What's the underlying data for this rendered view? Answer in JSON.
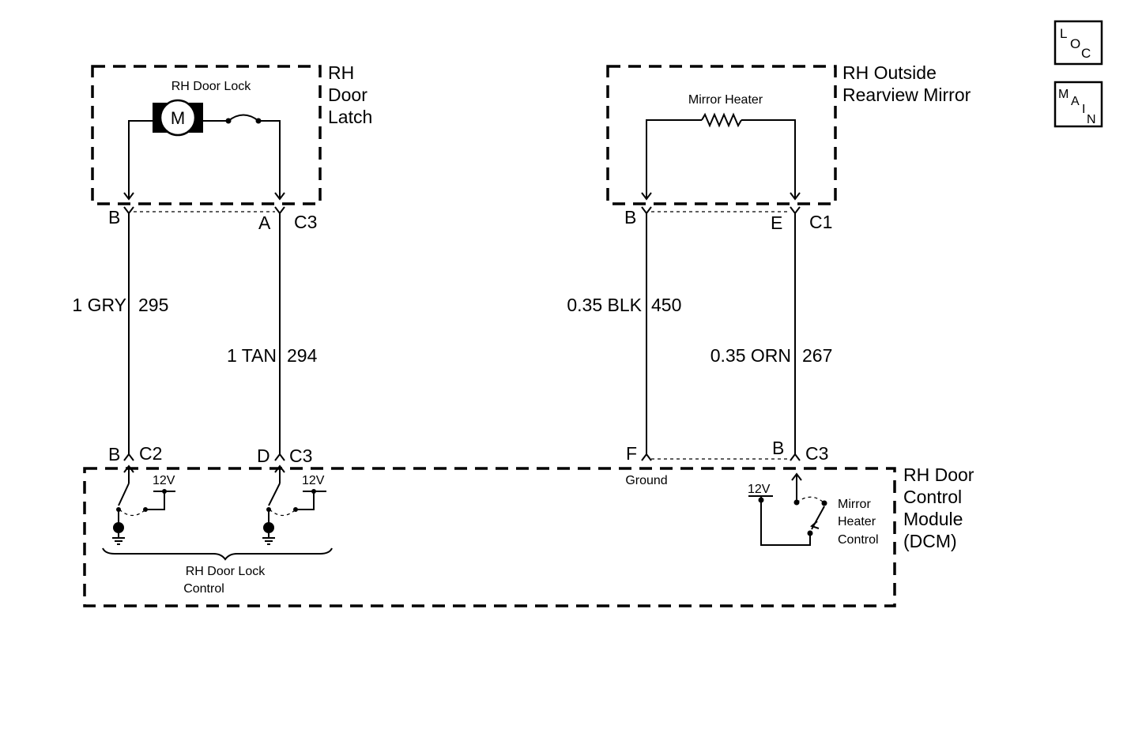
{
  "colors": {
    "ink": "#000000",
    "background": "#ffffff"
  },
  "nav_icons": {
    "loc": {
      "letters": [
        "L",
        "O",
        "C"
      ],
      "icon": "location-view-icon"
    },
    "main": {
      "letters": [
        "M",
        "A",
        "I",
        "N"
      ],
      "icon": "main-view-icon"
    }
  },
  "components": {
    "door_latch": {
      "title_lines": [
        "RH",
        "Door",
        "Latch"
      ],
      "lock_label": "RH Door Lock",
      "motor_label": "M"
    },
    "mirror": {
      "title_lines": [
        "RH Outside",
        "Rearview Mirror"
      ],
      "heater_label": "Mirror Heater"
    },
    "dcm": {
      "title_lines": [
        "RH Door",
        "Control",
        "Module",
        "(DCM)"
      ],
      "lock_control_lines": [
        "RH Door Lock",
        "Control"
      ],
      "heater_control_lines": [
        "Mirror",
        "Heater",
        "Control"
      ],
      "voltage": "12V",
      "ground_label": "Ground"
    }
  },
  "connectors": {
    "latch_b": "B",
    "latch_a": "A",
    "latch_conn": "C3",
    "mirror_b": "B",
    "mirror_e": "E",
    "mirror_conn": "C1",
    "dcm_b": "B",
    "dcm_b_conn": "C2",
    "dcm_d": "D",
    "dcm_d_conn": "C3",
    "dcm_f": "F",
    "dcm_b2": "B",
    "dcm_b2_conn": "C3"
  },
  "wires": [
    {
      "spec": "1 GRY",
      "circuit": "295"
    },
    {
      "spec": "1 TAN",
      "circuit": "294"
    },
    {
      "spec": "0.35 BLK",
      "circuit": "450"
    },
    {
      "spec": "0.35 ORN",
      "circuit": "267"
    }
  ]
}
